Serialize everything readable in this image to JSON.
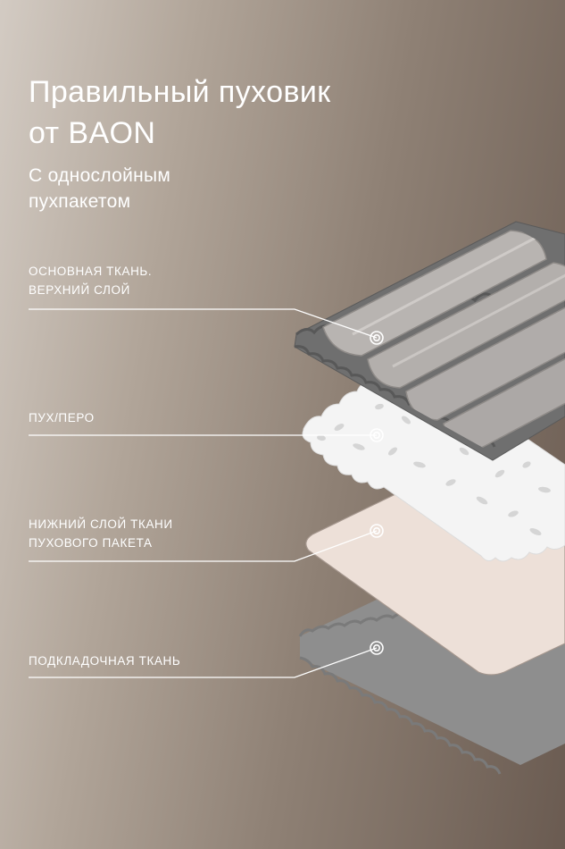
{
  "header": {
    "title_line1": "Правильный пуховик",
    "title_line2": "от BAON",
    "subtitle_line1": "С однослойным",
    "subtitle_line2": "пухпакетом"
  },
  "layers": [
    {
      "id": "outer",
      "label_lines": [
        "Основная ткань.",
        "Верхний слой"
      ],
      "color": "#b6b2af"
    },
    {
      "id": "down",
      "label_lines": [
        "Пух/перо"
      ],
      "color": "#f4f4f4"
    },
    {
      "id": "inner",
      "label_lines": [
        "Нижний слой ткани",
        "пухового пакета"
      ],
      "color": "#ede0d8"
    },
    {
      "id": "lining",
      "label_lines": [
        "Подкладочная ткань"
      ],
      "color": "#8e8e8e"
    }
  ],
  "colors": {
    "frame": "#6f6f6f",
    "leader_line": "#ffffff"
  }
}
